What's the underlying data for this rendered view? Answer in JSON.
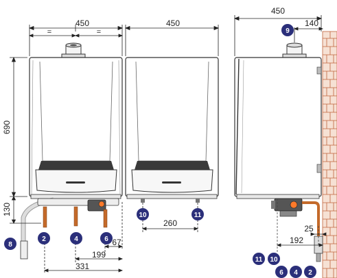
{
  "dimensions": {
    "front_width": "450",
    "front_half_left": "=",
    "front_half_right": "=",
    "rear_width": "450",
    "side_depth": "450",
    "side_flue_offset": "140",
    "height_690": "690",
    "height_130": "130",
    "conn_260": "260",
    "conn_67": "67",
    "conn_199": "199",
    "conn_331": "331",
    "side_25": "25",
    "side_192": "192"
  },
  "badges": {
    "b2": "2",
    "b4": "4",
    "b6": "6",
    "b8": "8",
    "b9": "9",
    "b10": "10",
    "b11": "11",
    "s11": "11",
    "s10": "10",
    "s6": "6",
    "s4": "4",
    "s2": "2"
  },
  "colors": {
    "badge": "#2b2f7a",
    "copper": "#c46a2a",
    "brick": "#c0643c",
    "outline": "#333333",
    "panel_dark": "#3a3a3a"
  }
}
